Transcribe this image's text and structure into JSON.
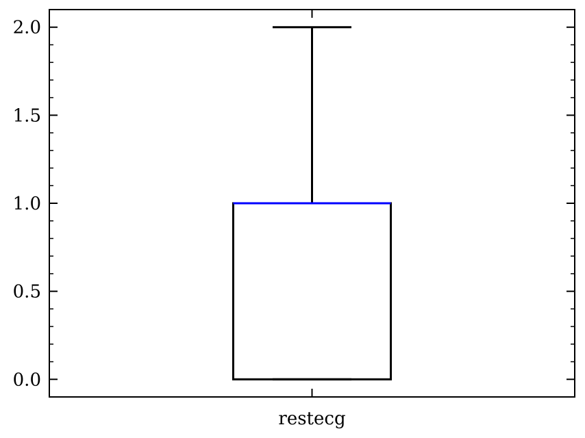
{
  "chart_data": {
    "type": "box",
    "title": "",
    "xlabel": "",
    "ylabel": "",
    "categories": [
      "restecg"
    ],
    "ylim": [
      -0.1,
      2.1
    ],
    "yticks": [
      0.0,
      0.5,
      1.0,
      1.5,
      2.0
    ],
    "ytick_labels": [
      "0.0",
      "0.5",
      "1.0",
      "1.5",
      "2.0"
    ],
    "boxes": [
      {
        "category": "restecg",
        "whisker_low": 0.0,
        "q1": 0.0,
        "median": 1.0,
        "q3": 1.0,
        "whisker_high": 2.0
      }
    ],
    "colors": {
      "box": "#000000",
      "median": "#0000ff"
    },
    "grid": false,
    "legend": "none"
  }
}
